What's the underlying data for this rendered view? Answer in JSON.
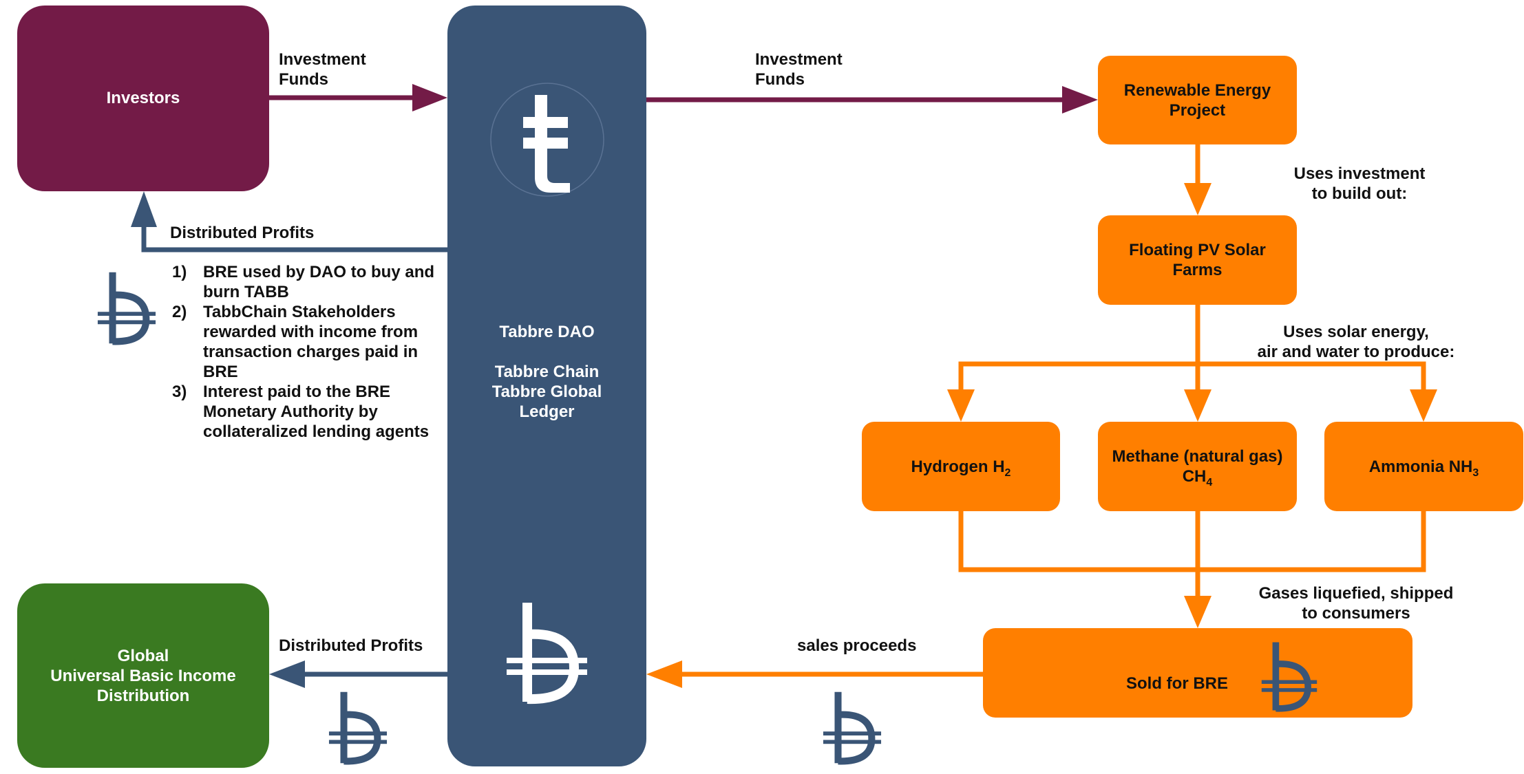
{
  "nodes": {
    "investors": "Investors",
    "ubi": [
      "Global",
      "Universal Basic Income",
      "Distribution"
    ],
    "dao": {
      "title": "Tabbre DAO",
      "lines": [
        "Tabbre Chain",
        "Tabbre Global",
        "Ledger"
      ]
    },
    "renewable": [
      "Renewable Energy",
      "Project"
    ],
    "pv": [
      "Floating PV Solar",
      "Farms"
    ],
    "hydrogen": {
      "text": "Hydrogen H",
      "sub": "2"
    },
    "methane": {
      "line1": "Methane (natural gas)",
      "text": "CH",
      "sub": "4"
    },
    "ammonia": {
      "text": "Ammonia NH",
      "sub": "3"
    },
    "sold": "Sold  for BRE"
  },
  "labels": {
    "investment_funds_left": [
      "Investment",
      "Funds"
    ],
    "investment_funds_right": [
      "Investment",
      "Funds"
    ],
    "distributed_profits_top": "Distributed Profits",
    "distributed_profits_bottom": "Distributed Profits",
    "uses_investment": [
      "Uses investment",
      "to build out:"
    ],
    "uses_solar": [
      "Uses solar energy,",
      "air and water to produce:"
    ],
    "gases_liquefied": [
      "Gases liquefied, shipped",
      "to consumers"
    ],
    "sales_proceeds": "sales proceeds"
  },
  "profit_sources": [
    {
      "num": "1)",
      "text": "BRE used by DAO to buy and burn TABB"
    },
    {
      "num": "2)",
      "text": "TabbChain Stakeholders rewarded with income from transaction charges paid in BRE"
    },
    {
      "num": "3)",
      "text": "Interest paid to the BRE Monetary Authority by collateralized lending agents"
    }
  ],
  "icons": [
    "tabb-logo-icon",
    "bre-currency-icon"
  ],
  "colors": {
    "investors": "#731b47",
    "dao": "#3a5576",
    "ubi": "#3a7a21",
    "energy": "#ff7f00",
    "arrow_funds": "#731b47",
    "arrow_profits": "#3a5576",
    "arrow_energy": "#ff7f00"
  }
}
